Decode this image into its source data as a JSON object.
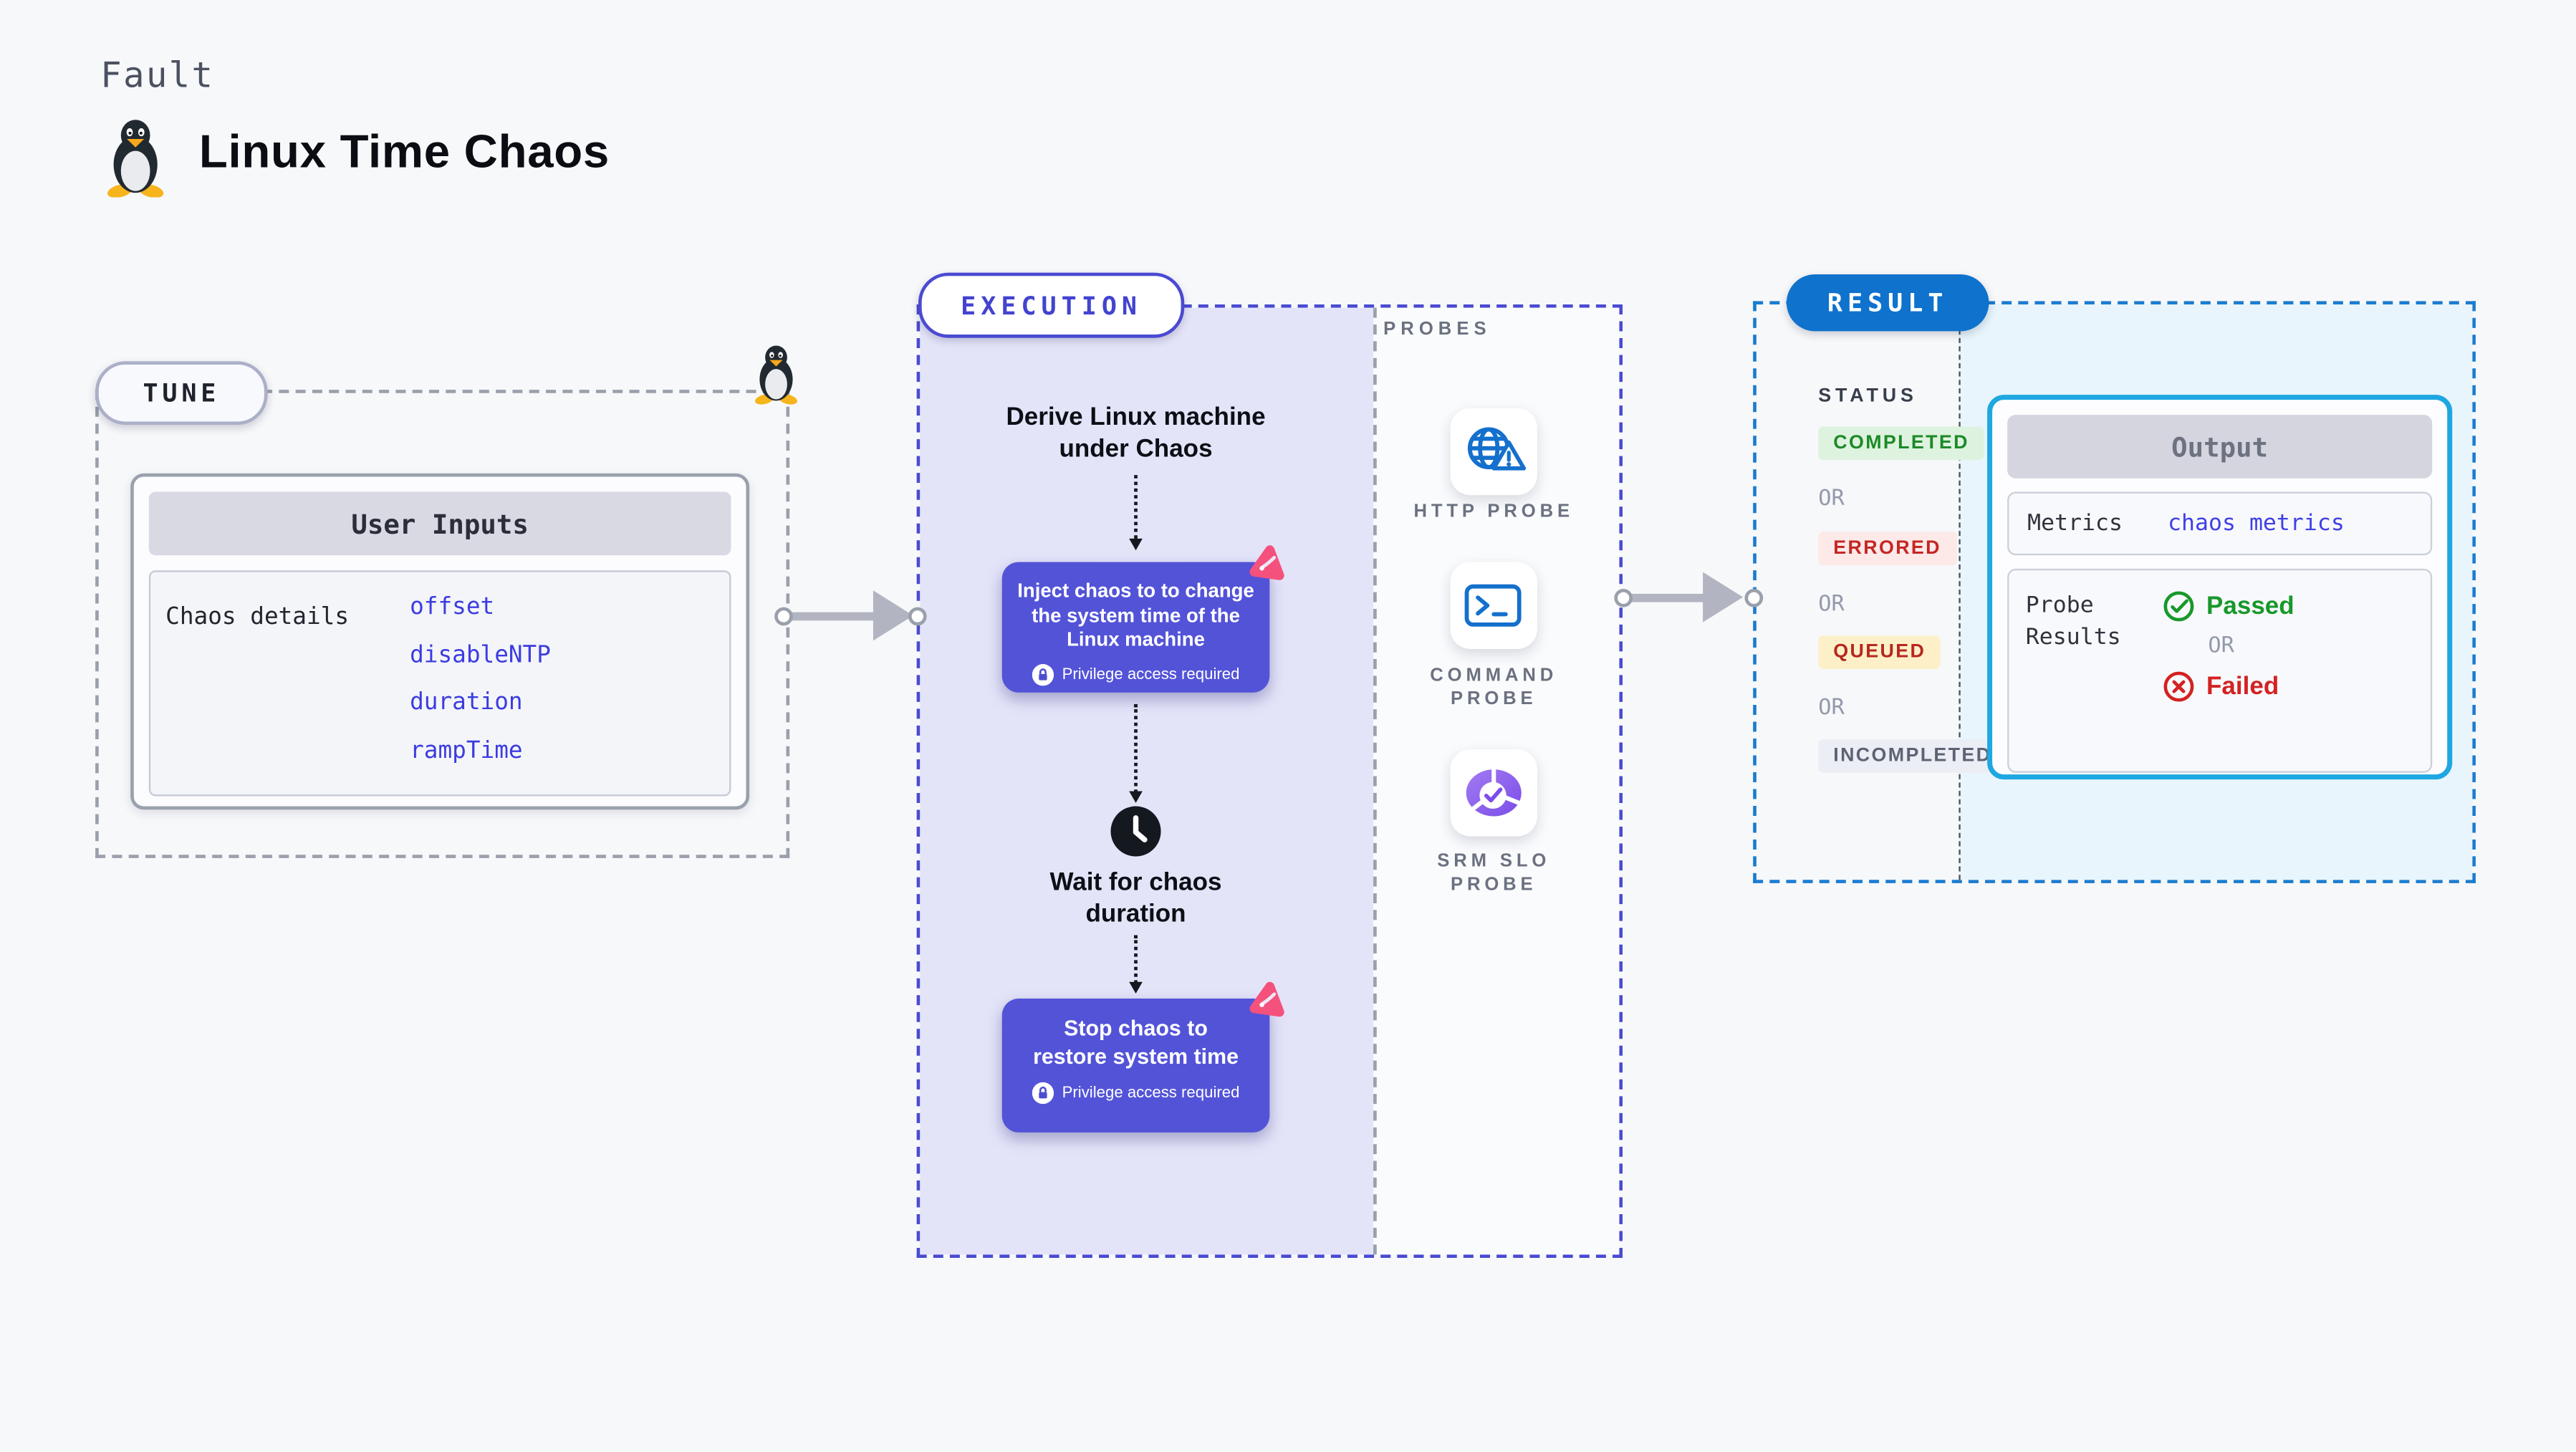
{
  "header": {
    "kicker": "Fault",
    "title": "Linux Time Chaos"
  },
  "tune": {
    "badge": "TUNE",
    "panel_title": "User Inputs",
    "row_label": "Chaos details",
    "links": [
      "offset",
      "disableNTP",
      "duration",
      "rampTime"
    ]
  },
  "execution": {
    "badge": "EXECUTION",
    "step1": "Derive Linux machine\nunder Chaos",
    "inject_card": {
      "text": "Inject chaos to to change\nthe system time of the\nLinux machine",
      "note": "Privilege access required"
    },
    "wait_label": "Wait for chaos\nduration",
    "stop_card": {
      "text": "Stop chaos to\nrestore system time",
      "note": "Privilege access required"
    }
  },
  "probes": {
    "heading": "PROBES",
    "items": [
      {
        "label": "HTTP PROBE",
        "icon": "globe-alert-icon"
      },
      {
        "label": "COMMAND\nPROBE",
        "icon": "terminal-icon"
      },
      {
        "label": "SRM SLO\nPROBE",
        "icon": "slo-pie-check-icon"
      }
    ]
  },
  "result": {
    "badge": "RESULT",
    "status_heading": "STATUS",
    "or_label": "OR",
    "statuses": [
      {
        "label": "COMPLETED",
        "bg": "#def3df",
        "color": "#1d8a28"
      },
      {
        "label": "ERRORED",
        "bg": "#fce9e8",
        "color": "#c42724"
      },
      {
        "label": "QUEUED",
        "bg": "#fdf0c9",
        "color": "#b6281e"
      },
      {
        "label": "INCOMPLETED",
        "bg": "#eceef5",
        "color": "#5d6374"
      }
    ],
    "output": {
      "title": "Output",
      "metrics_label": "Metrics",
      "metrics_value": "chaos metrics",
      "probe_results_label": "Probe Results",
      "passed_label": "Passed",
      "or_label": "OR",
      "failed_label": "Failed"
    }
  },
  "icons": [
    "tux-penguin-icon",
    "lock-icon",
    "chaos-pink-icon",
    "clock-icon",
    "globe-alert-icon",
    "terminal-icon",
    "slo-pie-check-icon",
    "check-circle-icon",
    "x-circle-icon"
  ],
  "colors": {
    "page_bg": "#f7f8fa",
    "execution_fill": "#e4e4f9",
    "execution_accent": "#4a4ad2",
    "chaos_card": "#5353d8",
    "chaos_pink": "#f4517d",
    "result_accent": "#0f72cd",
    "output_border": "#1ea7e1",
    "result_fill": "#e8f5fc",
    "link_blue": "#3c3ce0",
    "probe_icon_blue": "#1470cc",
    "srm_purple": "#7b4de8",
    "passed_green": "#18982b",
    "failed_red": "#d32222"
  }
}
